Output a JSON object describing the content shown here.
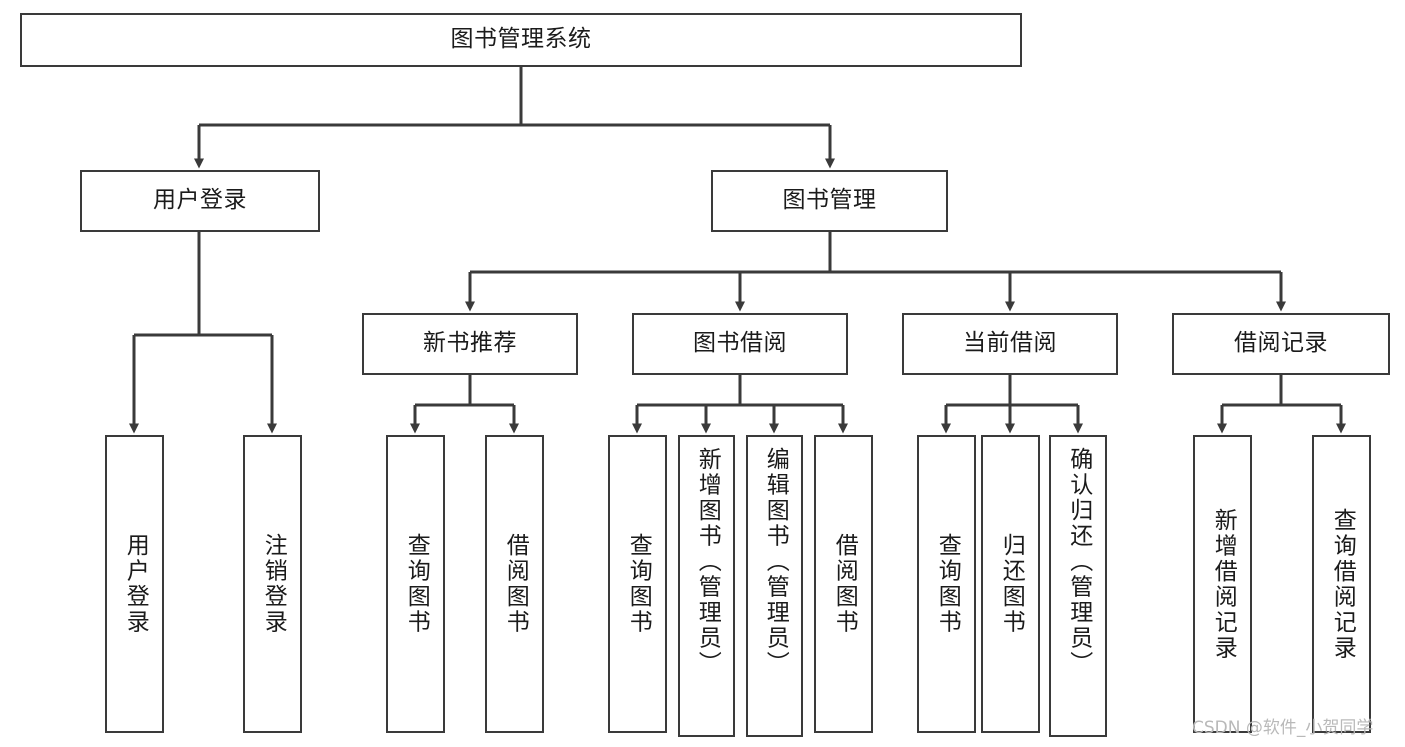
{
  "diagram": {
    "type": "tree",
    "title": "图书管理系统",
    "watermark": "CSDN @软件_小贺同学",
    "colors": {
      "box_border": "#3a3a3a",
      "box_fill": "#ffffff",
      "edge": "#3a3a3a",
      "text": "#1b1b1b",
      "watermark": "#b9b9b9"
    },
    "nodes": {
      "root": {
        "label": "图书管理系统"
      },
      "level1": [
        {
          "id": "user-login",
          "label": "用户登录"
        },
        {
          "id": "book-manage",
          "label": "图书管理"
        }
      ],
      "level2": [
        {
          "id": "new-book-recommend",
          "label": "新书推荐"
        },
        {
          "id": "book-borrow",
          "label": "图书借阅"
        },
        {
          "id": "current-borrow",
          "label": "当前借阅"
        },
        {
          "id": "borrow-record",
          "label": "借阅记录"
        }
      ],
      "leaves": [
        {
          "id": "leaf-user-login",
          "parent": "user-login",
          "label": "用户登录"
        },
        {
          "id": "leaf-logout-login",
          "parent": "user-login",
          "label": "注销登录"
        },
        {
          "id": "leaf-query-book-1",
          "parent": "new-book-recommend",
          "label": "查询图书"
        },
        {
          "id": "leaf-borrow-book-1",
          "parent": "new-book-recommend",
          "label": "借阅图书"
        },
        {
          "id": "leaf-query-book-2",
          "parent": "book-borrow",
          "label": "查询图书"
        },
        {
          "id": "leaf-add-book",
          "parent": "book-borrow",
          "label": "新增图书（管理员）"
        },
        {
          "id": "leaf-edit-book",
          "parent": "book-borrow",
          "label": "编辑图书（管理员）"
        },
        {
          "id": "leaf-borrow-book-2",
          "parent": "book-borrow",
          "label": "借阅图书"
        },
        {
          "id": "leaf-query-book-3",
          "parent": "current-borrow",
          "label": "查询图书"
        },
        {
          "id": "leaf-return-book",
          "parent": "current-borrow",
          "label": "归还图书"
        },
        {
          "id": "leaf-confirm-return",
          "parent": "current-borrow",
          "label": "确认归还（管理员）"
        },
        {
          "id": "leaf-add-record",
          "parent": "borrow-record",
          "label": "新增借阅记录"
        },
        {
          "id": "leaf-query-record",
          "parent": "borrow-record",
          "label": "查询借阅记录"
        }
      ]
    }
  }
}
